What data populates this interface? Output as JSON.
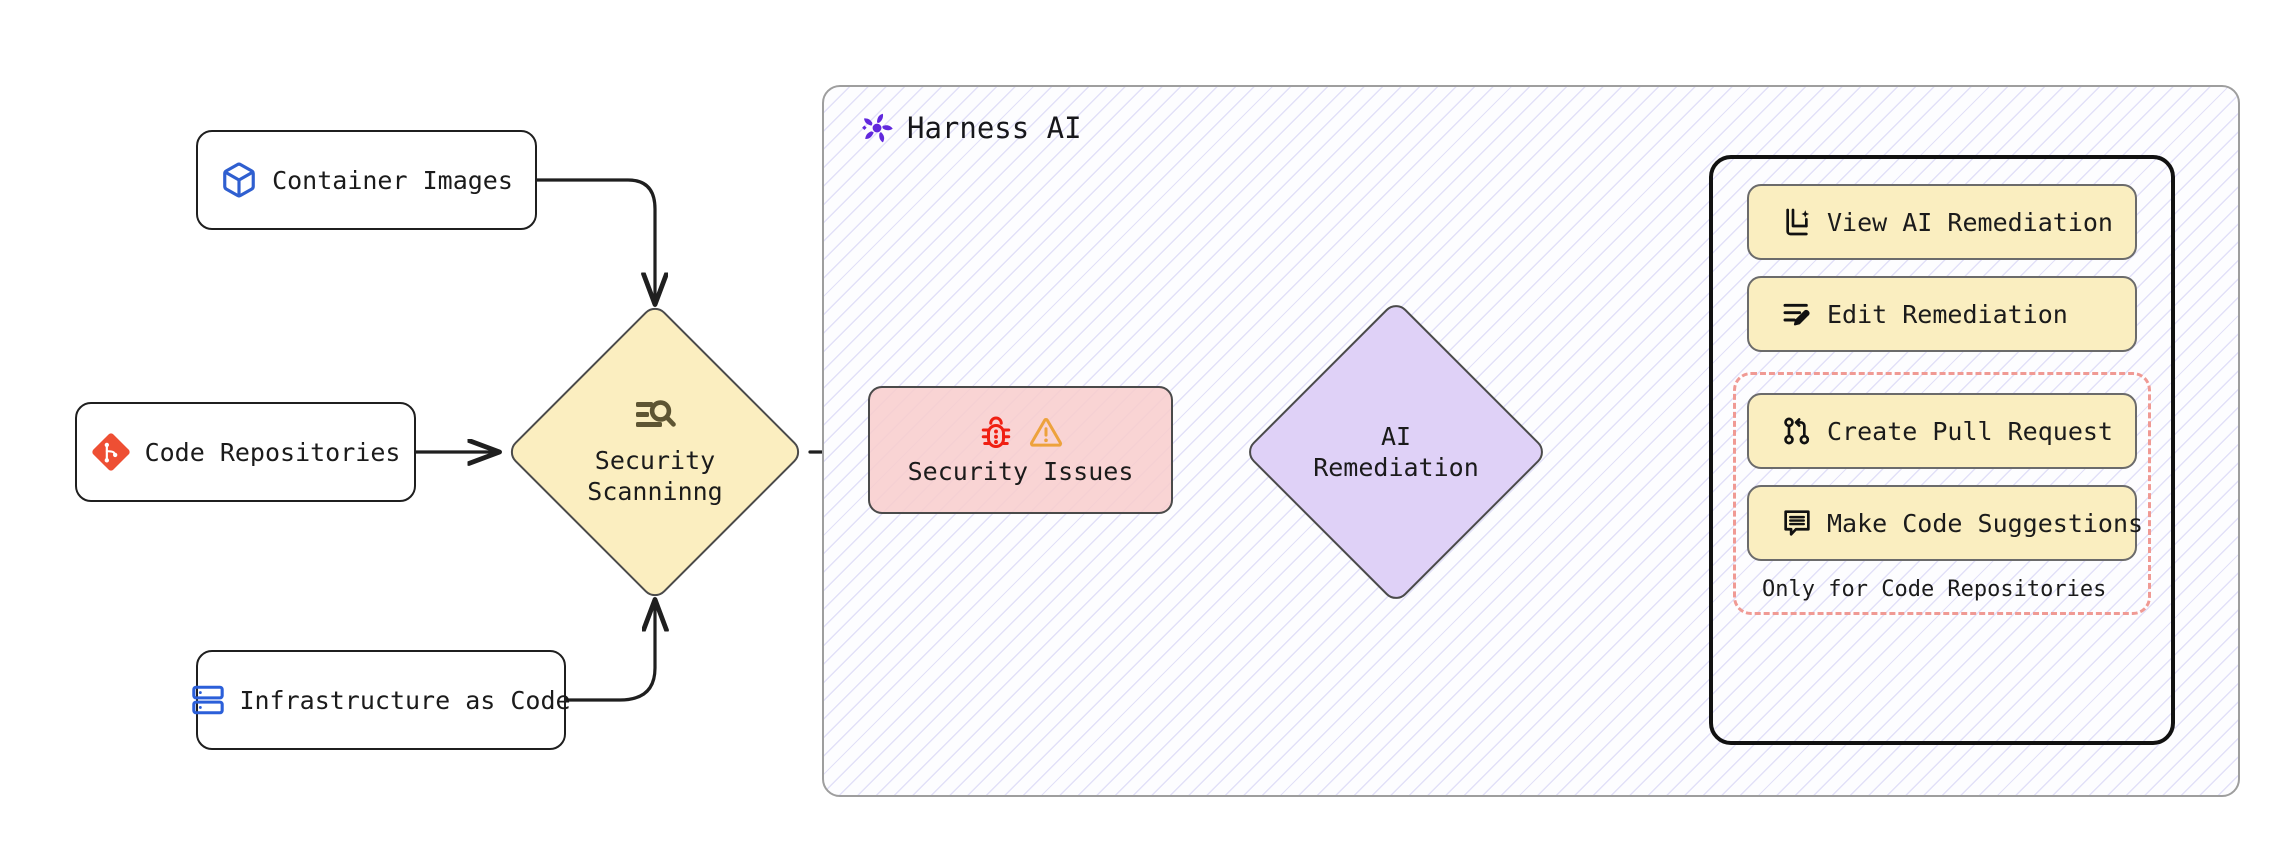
{
  "diagram": {
    "title": "Harness AI security scanning and remediation flow",
    "sources": [
      {
        "id": "container-images",
        "label": "Container Images",
        "icon": "cube-icon",
        "icon_color": "#2f5fd0"
      },
      {
        "id": "code-repositories",
        "label": "Code Repositories",
        "icon": "git-icon",
        "icon_color": "#ee4f33"
      },
      {
        "id": "infrastructure-as-code",
        "label": "Infrastructure as Code",
        "icon": "server-icon",
        "icon_color": "#2b5fd9"
      }
    ],
    "scanning": {
      "label": "Security\nScanninng",
      "icon": "scan-search-icon",
      "fill": "#fbeec0",
      "stroke": "#4a4a4a"
    },
    "harness": {
      "title": "Harness AI",
      "logo_icon": "harness-pinwheel-icon",
      "logo_color": "#6128dd",
      "border_color": "#9e9e9e",
      "hatch_color": "#786edc"
    },
    "security_issues": {
      "label": "Security Issues",
      "icons": [
        "bug-icon",
        "warning-triangle-icon"
      ],
      "bug_color": "#f01f12",
      "warning_color": "#eda23c",
      "fill": "#f8cdcd"
    },
    "remediation": {
      "label": "AI\nRemediation",
      "fill": "#dfd1f7",
      "stroke": "#4a4a4a"
    },
    "actions": {
      "primary": [
        {
          "id": "view-ai-remediation",
          "label": "View AI Remediation",
          "icon": "ai-document-sparkle-icon"
        },
        {
          "id": "edit-remediation",
          "label": "Edit Remediation",
          "icon": "list-pencil-icon"
        }
      ],
      "repo_only": {
        "caption": "Only for Code Repositories",
        "border_color": "#f09a94",
        "items": [
          {
            "id": "create-pull-request",
            "label": "Create Pull Request",
            "icon": "git-pull-request-icon"
          },
          {
            "id": "make-code-suggestions",
            "label": "Make Code Suggestions",
            "icon": "comment-lines-icon"
          }
        ]
      },
      "button_fill": "#faeec0",
      "button_stroke": "#6b6b6b",
      "panel_border": "#111111"
    }
  }
}
